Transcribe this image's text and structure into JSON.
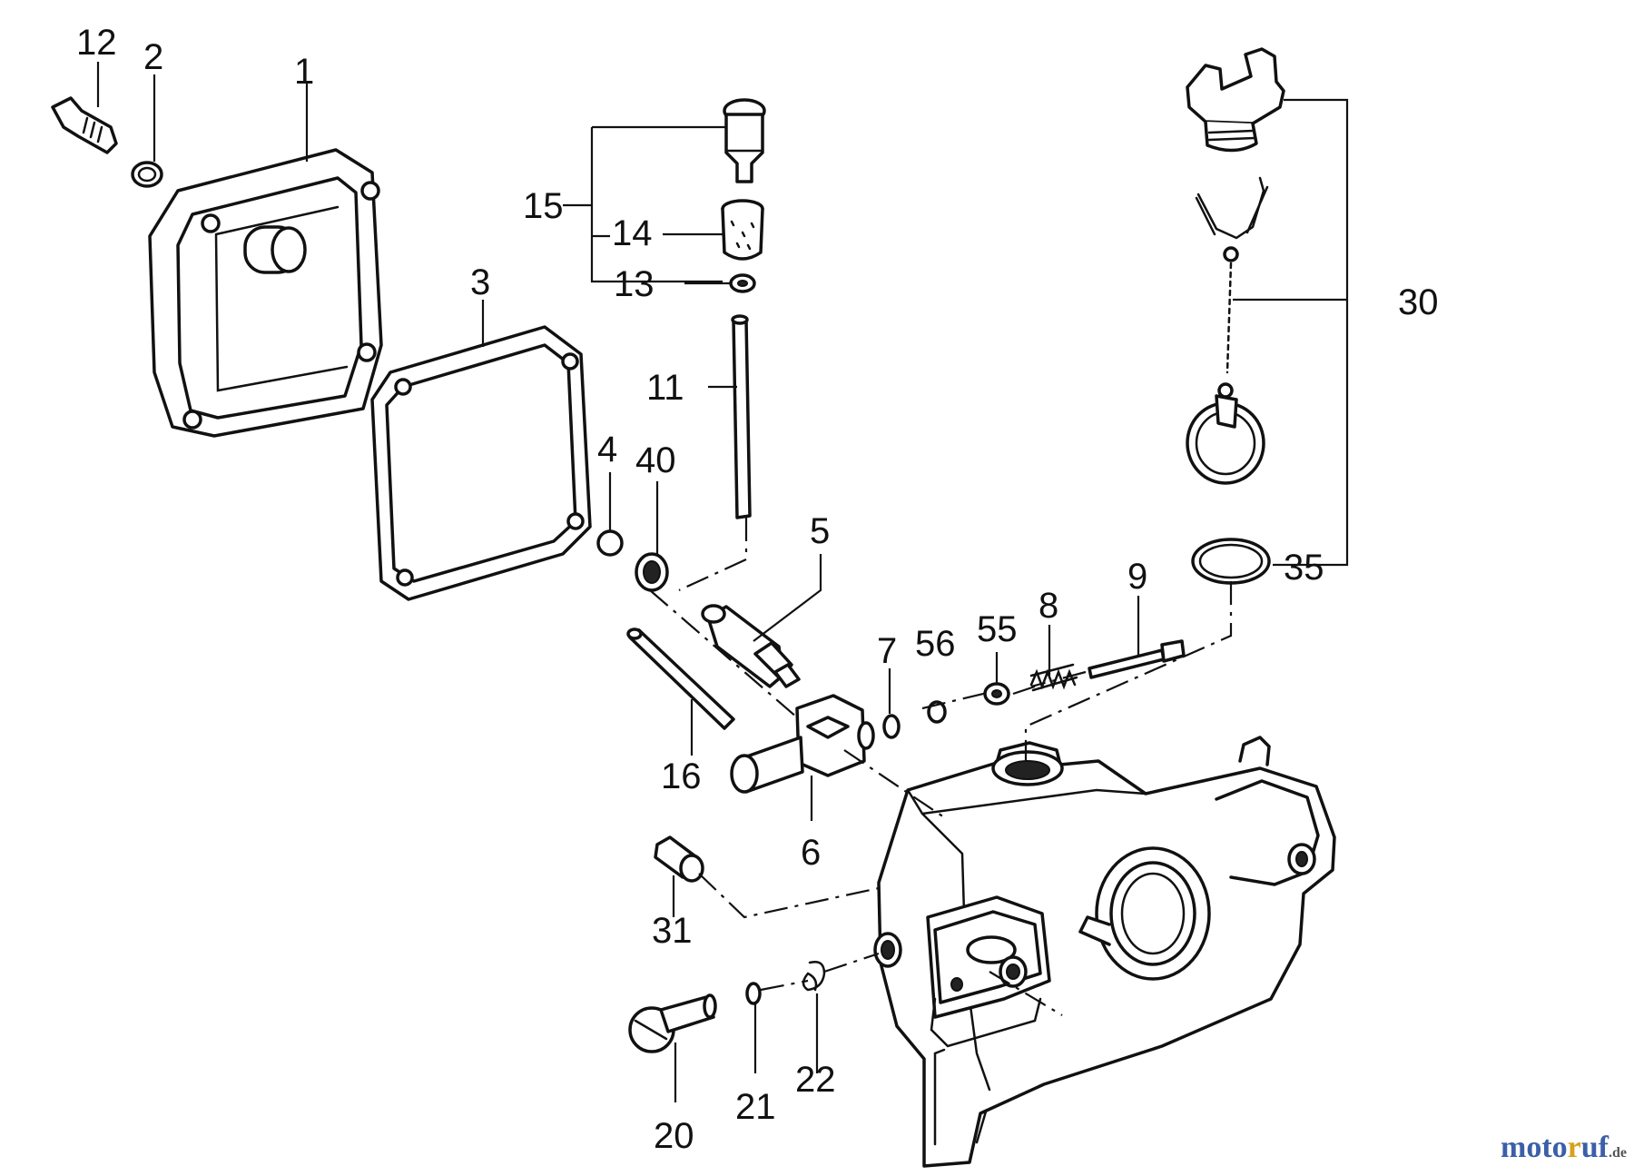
{
  "diagram": {
    "callouts": {
      "p1": "1",
      "p2": "2",
      "p3": "3",
      "p4": "4",
      "p5": "5",
      "p6": "6",
      "p7": "7",
      "p8": "8",
      "p9": "9",
      "p11": "11",
      "p12": "12",
      "p13": "13",
      "p14": "14",
      "p15": "15",
      "p16": "16",
      "p20": "20",
      "p21": "21",
      "p22": "22",
      "p30": "30",
      "p31": "31",
      "p35": "35",
      "p40": "40",
      "p55": "55",
      "p56": "56"
    }
  },
  "watermark": {
    "part1": "moto",
    "part2": "r",
    "part3": "uf",
    "tld": ".de"
  }
}
